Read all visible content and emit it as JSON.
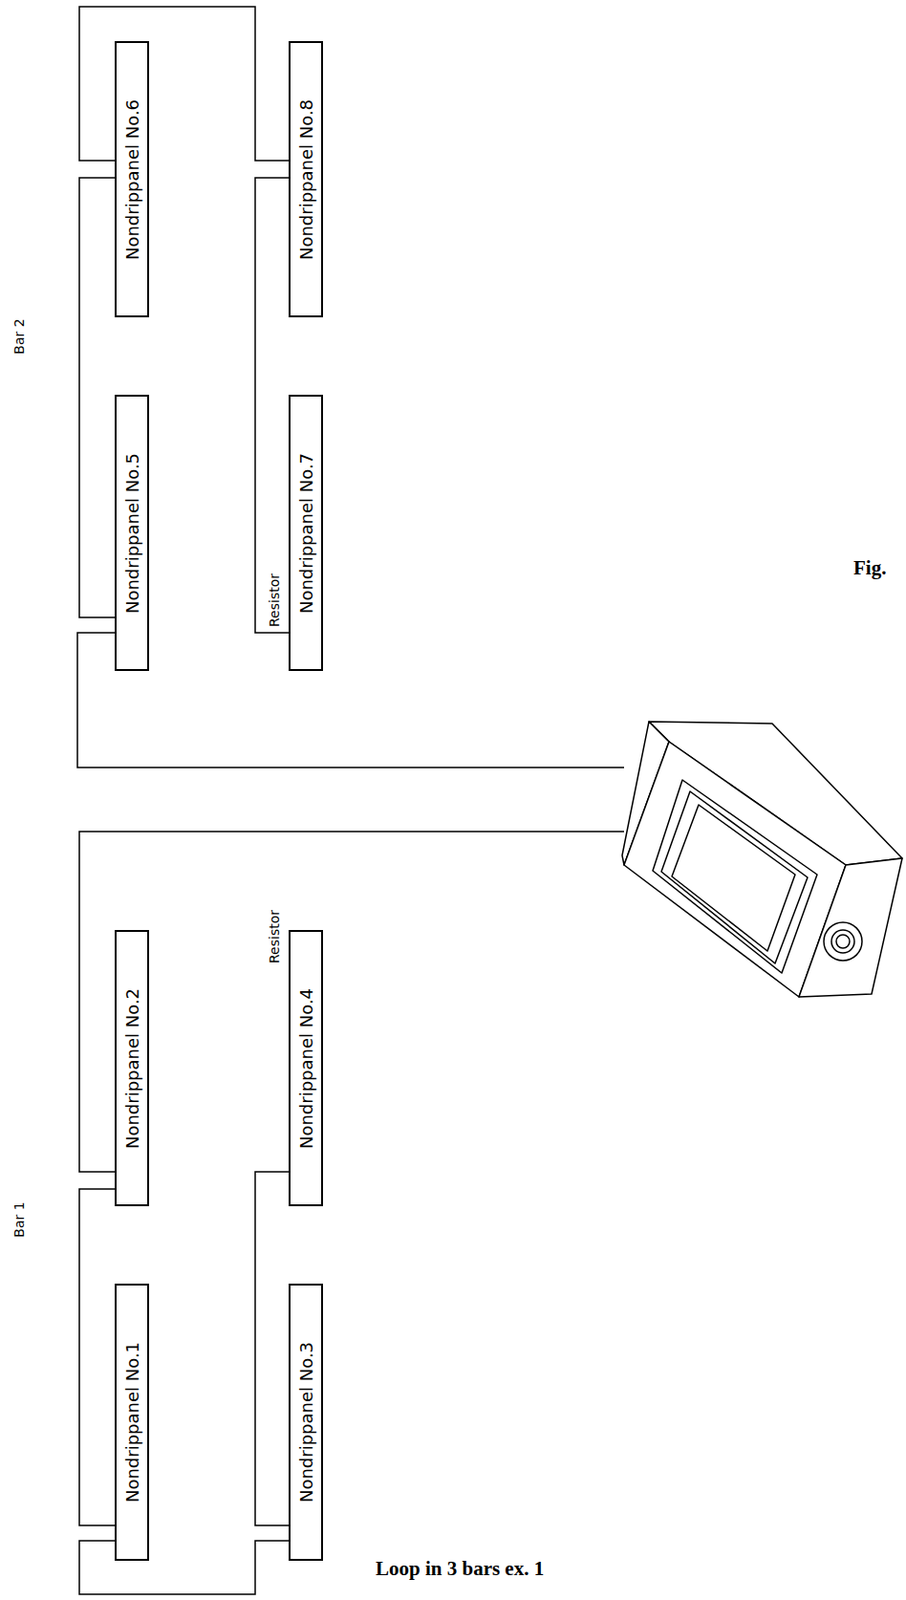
{
  "diagram": {
    "caption": "Loop in 3 bars ex. 1",
    "nodes": [
      {
        "text": [
          "Nondrippanel No.1"
        ]
      },
      {
        "text": [
          "Nondrippanel No.2"
        ]
      },
      {
        "text": [
          "Nondrippanel No.3"
        ]
      },
      {
        "text": [
          "Nondrippanel No.4"
        ]
      },
      {
        "text": [
          "Nondrippanel No.5"
        ]
      },
      {
        "text": [
          "Nondrippanel No.6"
        ]
      },
      {
        "text": [
          "Nondrippanel No.7"
        ]
      },
      {
        "text": [
          "Nondrippanel No.8"
        ]
      }
    ],
    "edges": [
      {
        "from": 1,
        "to": 0,
        "arrow": "none"
      },
      {
        "from": 0,
        "to": 2,
        "arrow": "none"
      },
      {
        "from": 2,
        "to": 3,
        "arrow": "none"
      },
      {
        "from": 4,
        "to": 5,
        "arrow": "none"
      },
      {
        "from": 5,
        "to": 7,
        "arrow": "none"
      },
      {
        "from": 7,
        "to": 6,
        "arrow": "none"
      }
    ],
    "labels": [
      "Bar 2",
      "Bar 1",
      "Resistor",
      "Resistor",
      "Fig."
    ]
  }
}
